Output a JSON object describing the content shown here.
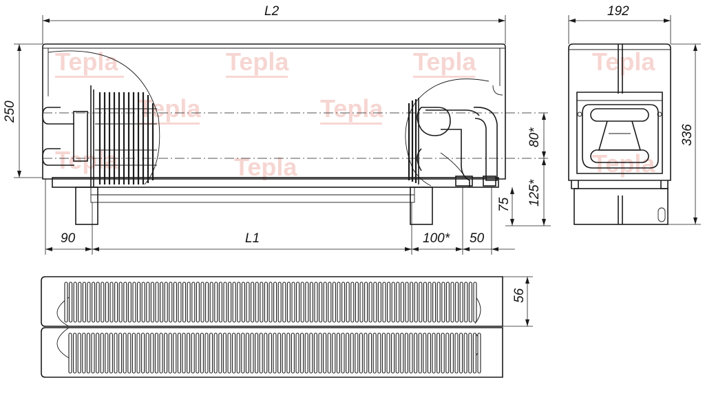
{
  "watermark": {
    "text": "Tepla",
    "color": "#f4c9c4"
  },
  "dimensions": {
    "top_length": "L2",
    "side_width": "192",
    "front_height": "250",
    "side_height": "336",
    "pipe_spacing": "80*",
    "pipe_height": "125*",
    "leg_height": "75",
    "left_offset": "90",
    "center_length": "L1",
    "right_offset": "100*",
    "outlet_offset": "50",
    "grille_depth": "56"
  },
  "colors": {
    "line": "#1a1a1a",
    "background": "#ffffff"
  }
}
